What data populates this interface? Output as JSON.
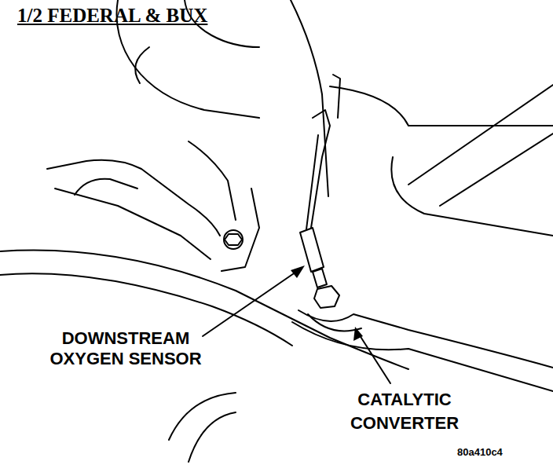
{
  "diagram": {
    "title": "1/2 FEDERAL & BUX",
    "labels": [
      "DOWNSTREAM OXYGEN SENSOR",
      "CATALYTIC CONVERTER",
      "80a410c4"
    ]
  }
}
